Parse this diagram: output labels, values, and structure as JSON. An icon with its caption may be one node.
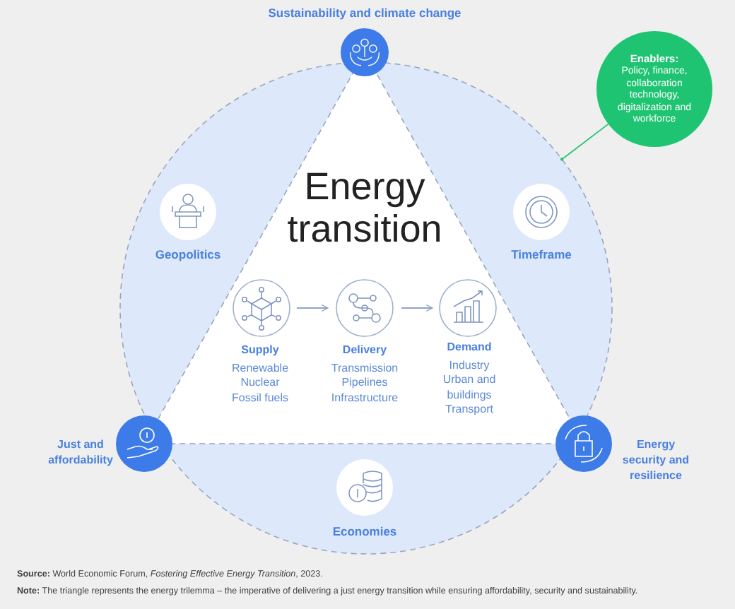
{
  "diagram": {
    "nodes": [
      {
        "text": [],
        "shape": "circle"
      },
      {
        "text": [
          "Sustainability and climate change"
        ]
      },
      {
        "text": [
          "Enablers:",
          "Policy, finance, collaboration technology, digitalization and workforce"
        ]
      },
      {
        "text": [
          "Geopolitics"
        ],
        "in": 0
      },
      {
        "text": [
          "Timeframe"
        ],
        "in": 0
      },
      {
        "text": [
          "Supply",
          "Renewable",
          "Nuclear",
          "Fossil fuels"
        ],
        "in": 0
      },
      {
        "text": [
          "Delivery",
          "Transmission",
          "Pipelines",
          "Infrastructure"
        ],
        "in": 0
      },
      {
        "text": [
          "Demand",
          "Industry",
          "Urban and buildings",
          "Transport"
        ],
        "in": 0
      },
      {
        "text": [
          "Just and affordability"
        ]
      },
      {
        "text": [
          "Energy security and resilience"
        ]
      },
      {
        "text": [
          "Economies"
        ],
        "in": 0
      }
    ],
    "edges": [
      {
        "from": 5,
        "to": 6,
        "arrow": "to"
      },
      {
        "from": 6,
        "to": 7,
        "arrow": "to"
      },
      {
        "from": 2,
        "to": 0,
        "arrow": "other",
        "color": "#1fc472"
      }
    ],
    "labels": [
      "Energy transition",
      "**Source:** World Economic Forum, *Fostering Effective Energy Transition*, 2023.",
      "**Note:** The triangle represents the energy trilemma – the imperative of delivering a just energy transition while ensuring affordability, security and sustainability."
    ]
  }
}
